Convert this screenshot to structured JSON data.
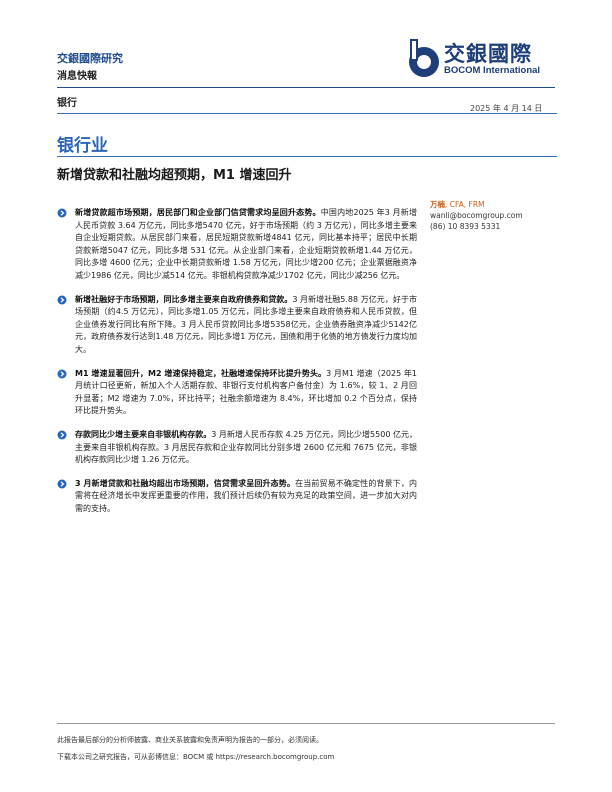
{
  "header": {
    "brand": "交銀國際研究",
    "report_type": "消息快報",
    "logo_cn": "交銀國際",
    "logo_en": "BOCOM International"
  },
  "sector_tag": "银行",
  "date": "2025 年 4 月 14 日",
  "sector_title": "银行业",
  "headline": "新增贷款和社融均超预期，M1 增速回升",
  "author": {
    "name": "万楠",
    "credentials": ", CFA, FRM",
    "email": "wanli@bocomgroup.com",
    "phone": "(86) 10 8393 5331"
  },
  "colors": {
    "brand_blue": "#1f4e8c",
    "title_blue": "#2a66b8",
    "author_orange": "#c06020"
  },
  "bullets": [
    {
      "lead": "新增贷款超市场预期，居民部门和企业部门信贷需求均呈回升态势。",
      "body": "中国内地2025 年3 月新增人民币贷款 3.64 万亿元，同比多增5470 亿元，好于市场预期（约 3 万亿元），同比多增主要来自企业短期贷款。从居民部门来看，居民短期贷款新增4841 亿元，同比基本持平；居民中长期贷款新增5047 亿元，同比多增 531 亿元。从企业部门来看，企业短期贷款新增1.44 万亿元，同比多增 4600 亿元；企业中长期贷款新增 1.58 万亿元，同比少增200 亿元；企业票据融资净减少1986 亿元，同比少减514 亿元。非银机构贷款净减少1702 亿元，同比少减256 亿元。"
    },
    {
      "lead": "新增社融好于市场预期，同比多增主要来自政府债券和贷款。",
      "body": "3 月新增社融5.88 万亿元，好于市场预期（约4.5 万亿元），同比多增1.05 万亿元，同比多增主要来自政府债券和人民币贷款，但企业债券发行同比有所下降。3 月人民币贷款同比多增5358亿元，企业债券融资净减少5142亿元，政府债券发行达到1.48 万亿元，同比多增1 万亿元，国债和用于化债的地方债发行力度均加大。"
    },
    {
      "lead": "M1 增速显著回升，M2 增速保持稳定，社融增速保持环比提升势头。",
      "body": "3 月M1 增速（2025 年1 月统计口径更新，新加入个人活期存款、非银行支付机构客户备付金）为 1.6%，较 1、2 月回升显著；M2 增速为 7.0%，环比持平；社融余额增速为 8.4%，环比增加 0.2 个百分点，保持环比提升势头。"
    },
    {
      "lead": "存款同比少增主要来自非银机构存款。",
      "body": "3 月新增人民币存款 4.25 万亿元，同比少增5500 亿元，主要来自非银机构存款。3 月居民存款和企业存款同比分别多增 2600 亿元和 7675 亿元，非银机构存款同比少增 1.26 万亿元。"
    },
    {
      "lead": "3 月新增贷款和社融均超出市场预期，信贷需求呈回升态势。",
      "body": "在当前贸易不确定性的背景下，内需将在经济增长中发挥更重要的作用，我们预计后续仍有较为充足的政策空间，进一步加大对内需的支持。"
    }
  ],
  "footer": {
    "disclaimer": "此报告最后部分的分析师披露、商业关系披露和免责声明为报告的一部分，必须阅读。",
    "download_prefix": "下载本公司之研究报告，可从彭博信息：BOCM 或",
    "download_url": "https://research.bocomgroup.com"
  }
}
